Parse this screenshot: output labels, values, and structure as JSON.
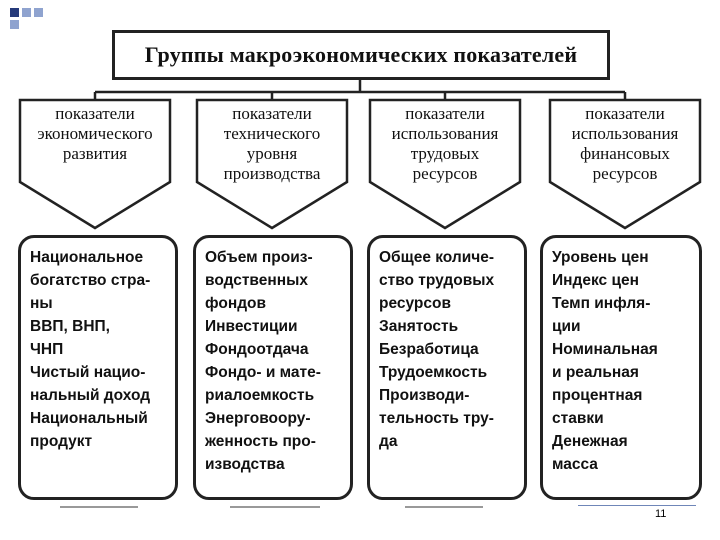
{
  "title": "Группы макроэкономических показателей",
  "colors": {
    "accent_dark": "#253a7a",
    "accent_light": "#8fa3cf",
    "line": "#6f86b8",
    "stroke": "#222222"
  },
  "groups": [
    {
      "header": "показатели\nэкономического\nразвития",
      "items": "Национальное\nбогатство стра-\nны\nВВП, ВНП,\nЧНП\nЧистый нацио-\nнальный доход\nНациональный\nпродукт"
    },
    {
      "header": "показатели\nтехнического\nуровня\nпроизводства",
      "items": "Объем произ-\nводственных\nфондов\nИнвестиции\nФондоотдача\nФондо- и мате-\nриалоемкость\nЭнерговоору-\nженность про-\nизводства"
    },
    {
      "header": "показатели\nиспользования\nтрудовых\nресурсов",
      "items": "Общее количе-\nство трудовых\nресурсов\nЗанятость\nБезработица\nТрудоемкость\nПроизводи-\nтельность тру-\nда"
    },
    {
      "header": "показатели\nиспользования\nфинансовых\nресурсов",
      "items": "Уровень цен\nИндекс цен\nТемп инфля-\nции\nНоминальная\nи реальная\nпроцентная\nставки\nДенежная\nмасса"
    }
  ],
  "page_number": "11"
}
